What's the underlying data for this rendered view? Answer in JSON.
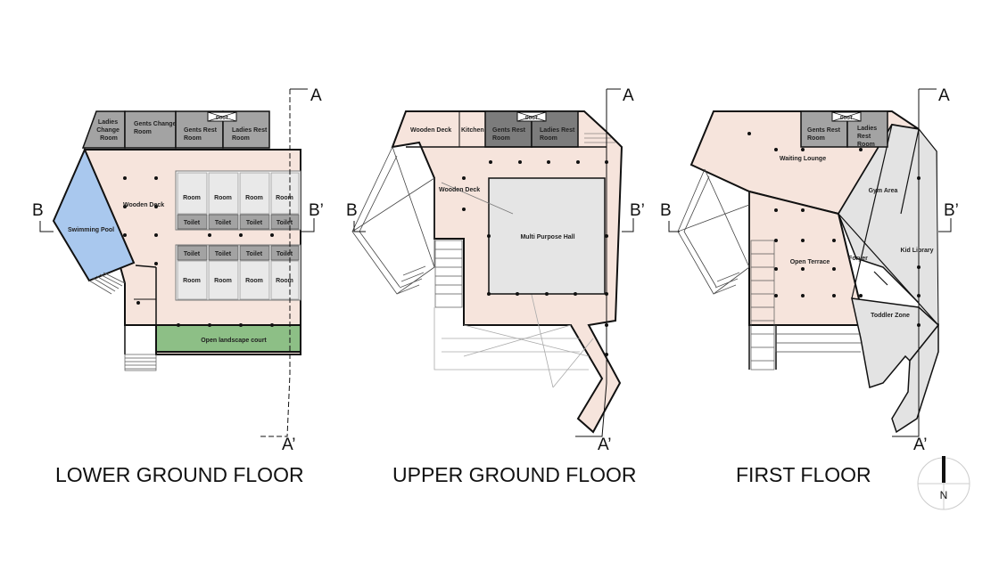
{
  "floors": [
    {
      "title": "LOWER GROUND FLOOR",
      "labels": {
        "ladies_change": [
          "Ladies",
          "Change",
          "Room"
        ],
        "gents_change": [
          "Gents Change",
          "Room"
        ],
        "gents_rest": [
          "Gents Rest",
          "Room"
        ],
        "ladies_rest": [
          "Ladies Rest",
          "Room"
        ],
        "duct": "DUCT",
        "wooden_deck": "Wooden Deck",
        "swimming_pool": "Swimming Pool",
        "room": "Room",
        "toilet": "Toilet",
        "open_court": "Open landscape court"
      }
    },
    {
      "title": "UPPER GROUND FLOOR",
      "labels": {
        "wooden_deck_top": "Wooden Deck",
        "kitchen": "Kitchen",
        "gents_rest": [
          "Gents Rest",
          "Room"
        ],
        "ladies_rest": [
          "Ladies Rest",
          "Room"
        ],
        "duct": "DUCT",
        "wooden_deck": "Wooden Deck",
        "multi_purpose": "Multi Purpose Hall"
      }
    },
    {
      "title": "FIRST FLOOR",
      "labels": {
        "gents_rest": [
          "Gents Rest",
          "Room"
        ],
        "ladies_rest": [
          "Ladies",
          "Rest",
          "Room"
        ],
        "duct": "DUCT",
        "waiting_lounge": "Waiting Lounge",
        "gym_area": "Gym Area",
        "open_terrace": "Open Terrace",
        "foyer": "Foryer",
        "kid_library": "Kid Library",
        "toddler_zone": "Toddler Zone"
      }
    }
  ],
  "section_marks": {
    "a": "A",
    "a_prime": "A’",
    "b": "B",
    "b_prime": "B’"
  },
  "north_label": "N",
  "colors": {
    "deck": "#f6e4dc",
    "pool": "#a9c8ee",
    "court": "#8dbf86",
    "service": "#a3a3a3",
    "service_dark": "#7c7c7c",
    "room": "#e9e9e9",
    "hall": "#e5e5e5",
    "grey_zone": "#e3e3e3"
  }
}
